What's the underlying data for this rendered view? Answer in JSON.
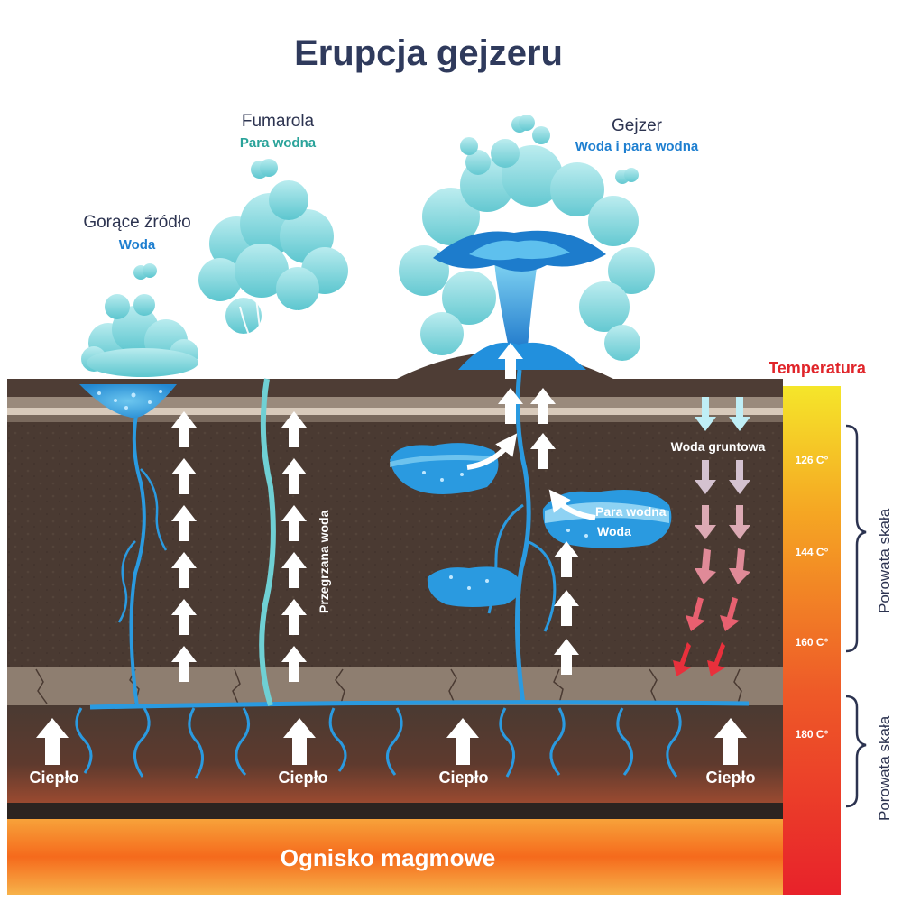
{
  "title": "Erupcja gejzeru",
  "features": {
    "hot_spring": {
      "name": "Gorące źródło",
      "subtitle": "Woda"
    },
    "fumarole": {
      "name": "Fumarola",
      "subtitle": "Para wodna"
    },
    "geyser": {
      "name": "Gejzer",
      "subtitle": "Woda i para wodna"
    }
  },
  "labels": {
    "superheated_water": "Przegrzana woda",
    "groundwater": "Woda gruntowa",
    "steam": "Para wodna",
    "water": "Woda",
    "heat": [
      "Ciepło",
      "Ciepło",
      "Ciepło",
      "Ciepło"
    ],
    "magma": "Ognisko magmowe"
  },
  "temperature": {
    "title": "Temperatura",
    "values": [
      "126 C°",
      "144 C°",
      "160 C°",
      "180 C°"
    ]
  },
  "rock_layers": [
    "Porowata skała",
    "Porowata skała"
  ],
  "colors": {
    "title": "#2f3a5c",
    "water_blue": "#1e90dc",
    "steam_teal": "#6fd0d4",
    "soil_dark": "#4a3a32",
    "magma": "#f56a1c",
    "temp_top": "#f5e62a",
    "temp_bottom": "#e8222a"
  }
}
